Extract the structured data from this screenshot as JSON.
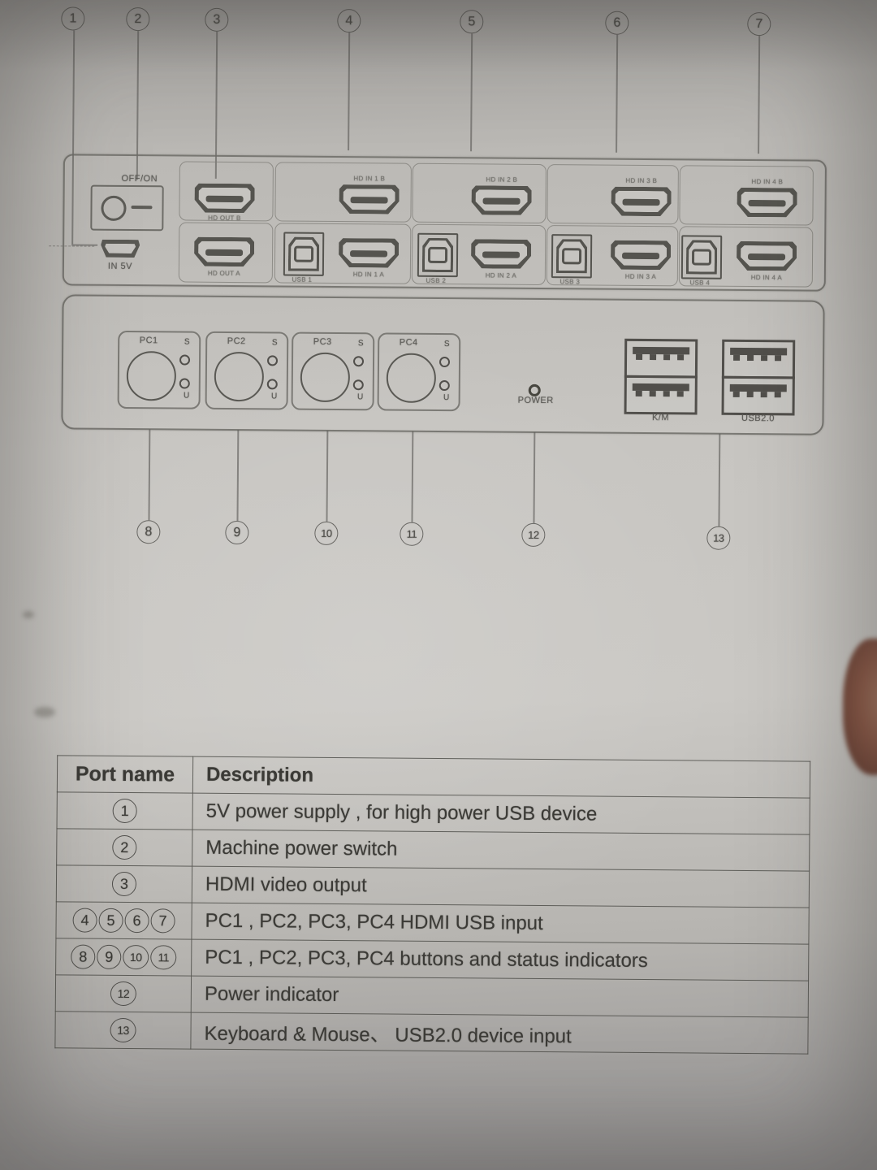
{
  "callouts": {
    "top": [
      "1",
      "2",
      "3",
      "4",
      "5",
      "6",
      "7"
    ],
    "bottom": [
      "8",
      "9",
      "10",
      "11",
      "12",
      "13"
    ]
  },
  "rear_panel": {
    "power_switch_label": "OFF/ON",
    "dc_in_label": "IN 5V",
    "hdmi_out_b_label": "HD OUT B",
    "hdmi_out_a_label": "HD OUT A",
    "pc_groups": [
      {
        "hdmi_b_label": "HD IN 1 B",
        "usb_label": "USB 1",
        "hdmi_a_label": "HD IN 1 A"
      },
      {
        "hdmi_b_label": "HD IN 2 B",
        "usb_label": "USB 2",
        "hdmi_a_label": "HD IN 2 A"
      },
      {
        "hdmi_b_label": "HD IN 3 B",
        "usb_label": "USB 3",
        "hdmi_a_label": "HD IN 3 A"
      },
      {
        "hdmi_b_label": "HD IN 4 B",
        "usb_label": "USB 4",
        "hdmi_a_label": "HD IN 4 A"
      }
    ]
  },
  "front_panel": {
    "pc_buttons": [
      {
        "label": "PC1"
      },
      {
        "label": "PC2"
      },
      {
        "label": "PC3"
      },
      {
        "label": "PC4"
      }
    ],
    "status_top_label": "S",
    "status_bottom_label": "U",
    "power_label": "POWER",
    "km_label": "K/M",
    "usb_label": "USB2.0"
  },
  "table": {
    "headers": [
      "Port name",
      "Description"
    ],
    "rows": [
      {
        "ports": [
          "1"
        ],
        "description": "5V power supply , for high power USB device"
      },
      {
        "ports": [
          "2"
        ],
        "description": "Machine power switch"
      },
      {
        "ports": [
          "3"
        ],
        "description": "HDMI video output"
      },
      {
        "ports": [
          "4",
          "5",
          "6",
          "7"
        ],
        "description": "PC1 , PC2, PC3, PC4 HDMI USB input"
      },
      {
        "ports": [
          "8",
          "9",
          "10",
          "11"
        ],
        "description": "PC1 , PC2, PC3, PC4 buttons and status indicators"
      },
      {
        "ports": [
          "12"
        ],
        "description": "Power indicator"
      },
      {
        "ports": [
          "13"
        ],
        "description": "Keyboard & Mouse、 USB2.0 device input"
      }
    ]
  },
  "colors": {
    "paper": "#c7c5c1",
    "line_gray": "#6d6c67",
    "connector_dark": "#514f4b",
    "text_dark": "#3b3a36",
    "finger": "#8a5745"
  }
}
